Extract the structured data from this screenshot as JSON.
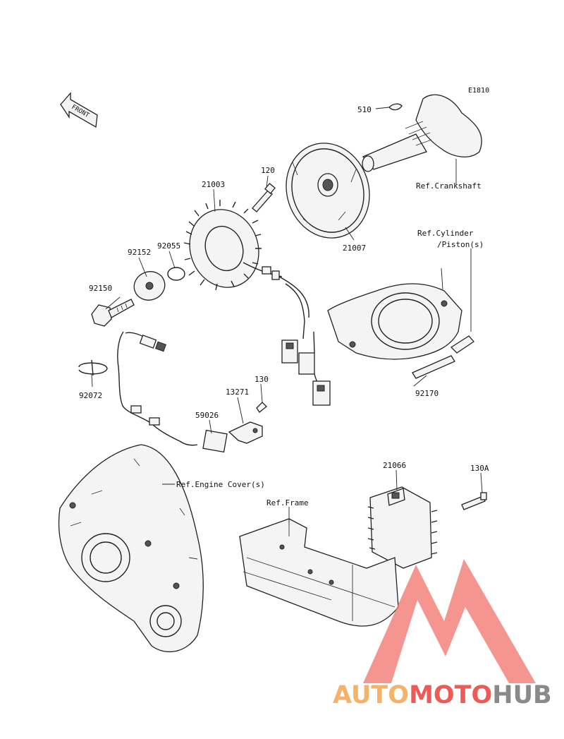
{
  "diagram": {
    "code": "E1810",
    "front_label": "FRONT",
    "parts": [
      {
        "id": "510",
        "label": "510"
      },
      {
        "id": "120",
        "label": "120"
      },
      {
        "id": "21003",
        "label": "21003"
      },
      {
        "id": "92152",
        "label": "92152"
      },
      {
        "id": "92055",
        "label": "92055"
      },
      {
        "id": "92150",
        "label": "92150"
      },
      {
        "id": "21007",
        "label": "21007"
      },
      {
        "id": "92072",
        "label": "92072"
      },
      {
        "id": "130",
        "label": "130"
      },
      {
        "id": "13271",
        "label": "13271"
      },
      {
        "id": "59026",
        "label": "59026"
      },
      {
        "id": "92170",
        "label": "92170"
      },
      {
        "id": "21066",
        "label": "21066"
      },
      {
        "id": "130A",
        "label": "130A"
      }
    ],
    "references": {
      "crankshaft": "Ref.Crankshaft",
      "cylinder_line1": "Ref.Cylinder",
      "cylinder_line2": "/Piston(s)",
      "engine_cover": "Ref.Engine Cover(s)",
      "frame": "Ref.Frame"
    }
  },
  "watermark": {
    "part1": "AUTO",
    "part2": "MOTO",
    "part3": "HUB",
    "colors": {
      "orange": "#f4b26b",
      "red": "#ee5a55",
      "grey": "#8a8a8a",
      "logo": "#f27a74"
    }
  }
}
